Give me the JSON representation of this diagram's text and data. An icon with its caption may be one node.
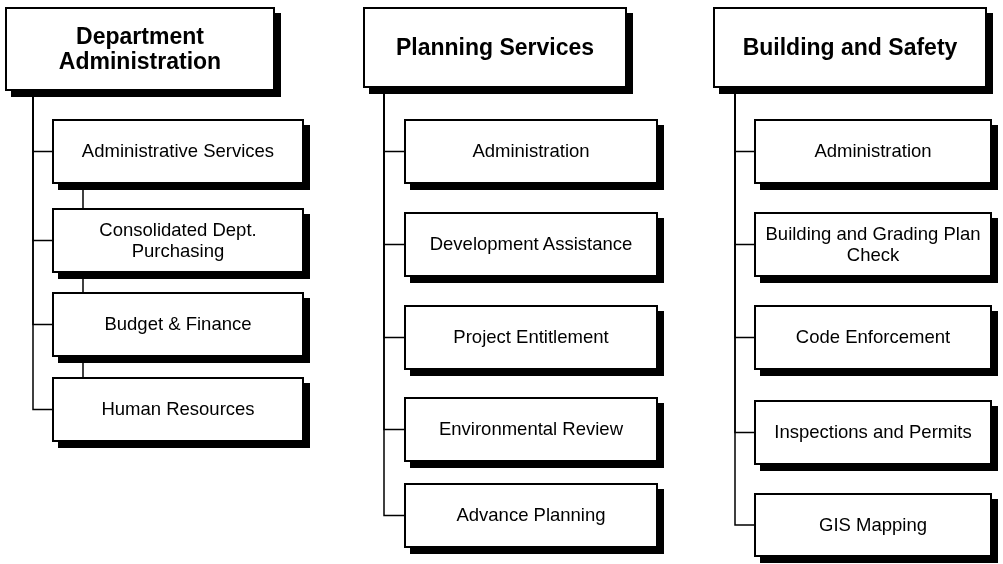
{
  "diagram": {
    "nodes": [
      {
        "text": [
          "Department Administration"
        ]
      },
      {
        "text": [
          "Administrative Services"
        ]
      },
      {
        "text": [
          "Consolidated Dept. Purchasing"
        ]
      },
      {
        "text": [
          "Budget & Finance"
        ]
      },
      {
        "text": [
          "Human Resources"
        ]
      },
      {
        "text": [
          "Planning Services"
        ]
      },
      {
        "text": [
          "Administration"
        ]
      },
      {
        "text": [
          "Development Assistance"
        ]
      },
      {
        "text": [
          "Project Entitlement"
        ]
      },
      {
        "text": [
          "Environmental Review"
        ]
      },
      {
        "text": [
          "Advance Planning"
        ]
      },
      {
        "text": [
          "Building and Safety"
        ]
      },
      {
        "text": [
          "Administration"
        ]
      },
      {
        "text": [
          "Building and Grading Plan Check"
        ]
      },
      {
        "text": [
          "Code Enforcement"
        ]
      },
      {
        "text": [
          "Inspections and Permits"
        ]
      },
      {
        "text": [
          "GIS Mapping"
        ]
      }
    ],
    "edges": [
      {
        "from": 0,
        "to": 1,
        "arrow": "none"
      },
      {
        "from": 0,
        "to": 2,
        "arrow": "none"
      },
      {
        "from": 0,
        "to": 3,
        "arrow": "none"
      },
      {
        "from": 0,
        "to": 4,
        "arrow": "none"
      },
      {
        "from": 1,
        "to": 2,
        "arrow": "none"
      },
      {
        "from": 2,
        "to": 3,
        "arrow": "none"
      },
      {
        "from": 3,
        "to": 4,
        "arrow": "none"
      },
      {
        "from": 5,
        "to": 6,
        "arrow": "none"
      },
      {
        "from": 5,
        "to": 7,
        "arrow": "none"
      },
      {
        "from": 5,
        "to": 8,
        "arrow": "none"
      },
      {
        "from": 5,
        "to": 9,
        "arrow": "none"
      },
      {
        "from": 5,
        "to": 10,
        "arrow": "none"
      },
      {
        "from": 11,
        "to": 12,
        "arrow": "none"
      },
      {
        "from": 11,
        "to": 13,
        "arrow": "none"
      },
      {
        "from": 11,
        "to": 14,
        "arrow": "none"
      },
      {
        "from": 11,
        "to": 15,
        "arrow": "none"
      },
      {
        "from": 11,
        "to": 16,
        "arrow": "none"
      }
    ]
  }
}
